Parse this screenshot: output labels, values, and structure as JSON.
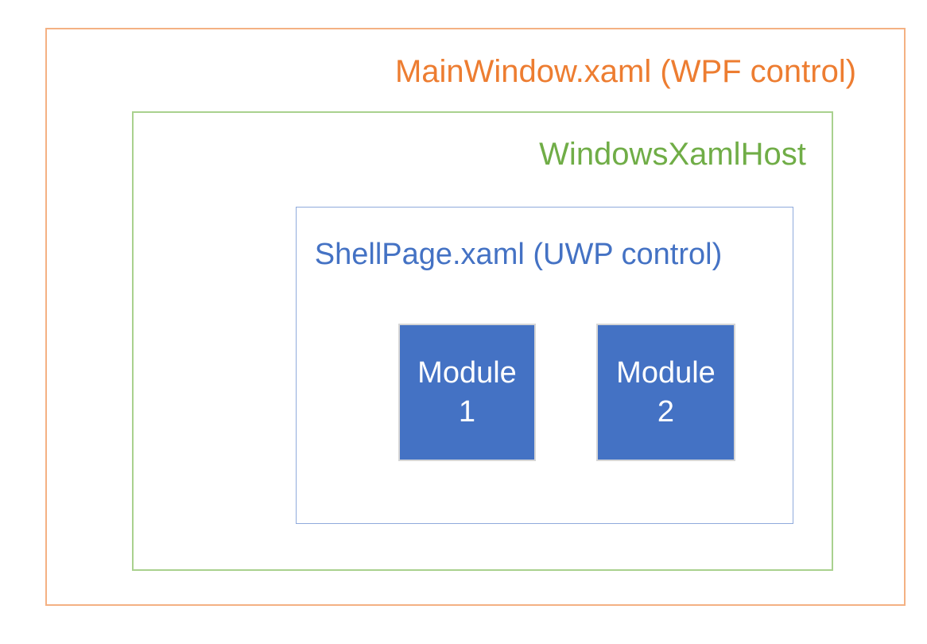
{
  "diagram": {
    "outer_box": {
      "label": "MainWindow.xaml (WPF control)",
      "text_color": "#ED7D31",
      "border_color": "#F4B183"
    },
    "host_box": {
      "label": "WindowsXamlHost",
      "text_color": "#70AD47",
      "border_color": "#A9D18E"
    },
    "shell_box": {
      "label": "ShellPage.xaml (UWP control)",
      "text_color": "#4472C4",
      "border_color": "#8FAADC"
    },
    "modules": [
      {
        "line1": "Module",
        "line2": "1"
      },
      {
        "line1": "Module",
        "line2": "2"
      }
    ],
    "module_style": {
      "fill_color": "#4472C4",
      "border_color": "#D6D6D6",
      "text_color": "#FFFFFF"
    }
  }
}
